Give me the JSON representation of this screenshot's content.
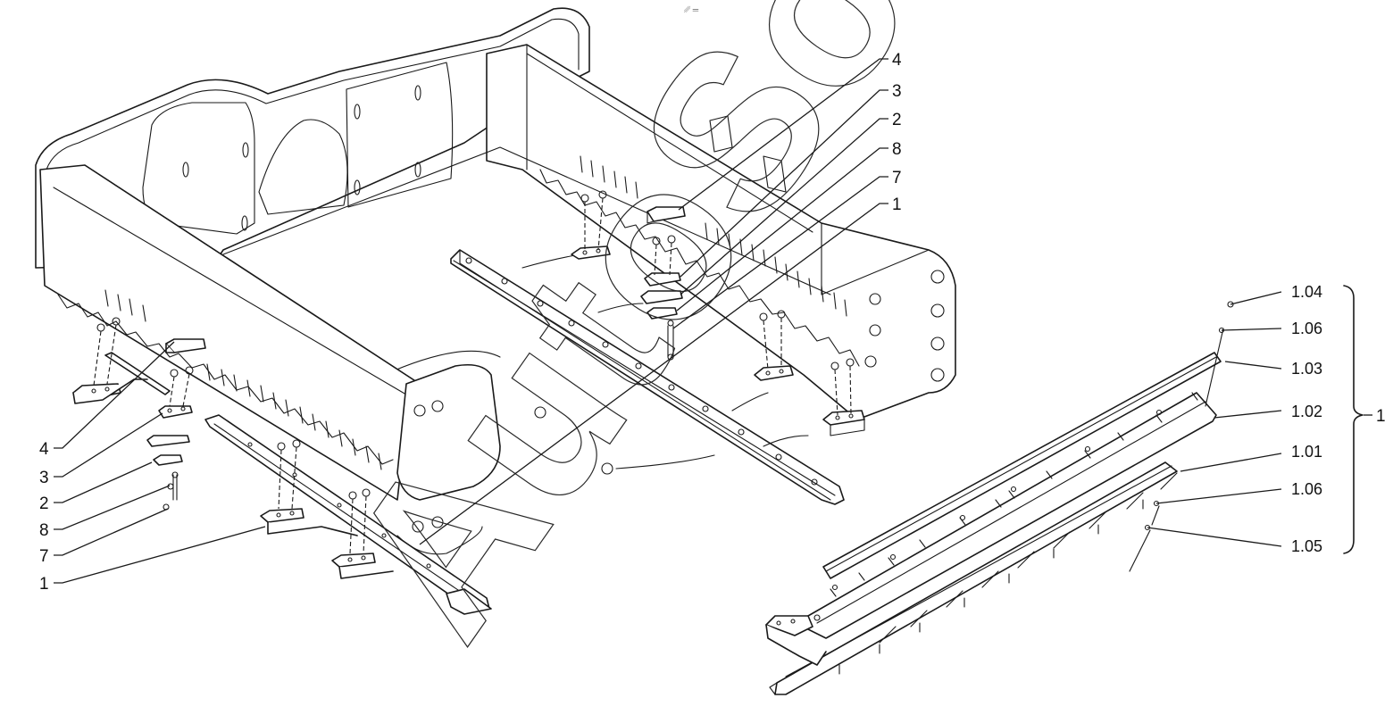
{
  "top_mark": "␥ ═",
  "watermark": {
    "text": "AutoSoft"
  },
  "callouts_left": [
    "4",
    "3",
    "2",
    "8",
    "7",
    "1"
  ],
  "callouts_center": [
    "4",
    "3",
    "2",
    "8",
    "7",
    "1"
  ],
  "callouts_right": [
    "1.04",
    "1.06",
    "1.03",
    "1.02",
    "1.01",
    "1.06",
    "1.05"
  ],
  "group_label": "1"
}
